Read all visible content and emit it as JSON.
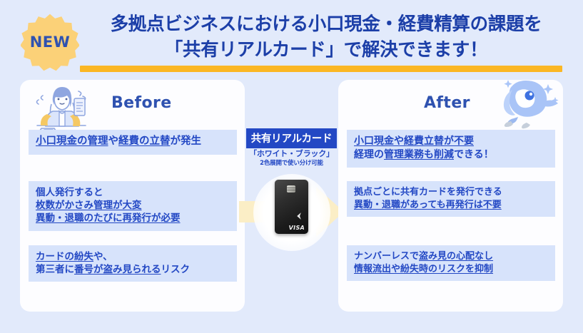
{
  "header": {
    "badge_label": "NEW",
    "headline_line1": "多拠点ビジネスにおける小口現金・経費精算の課題を",
    "headline_line2": "「共有リアルカード」で解決できます！",
    "rule_color": "#fbb724",
    "badge_fill": "#fbd178",
    "badge_text_color": "#2f52b0",
    "headline_color": "#1c3fa8"
  },
  "before": {
    "title": "Before",
    "illustration": "worried-office-worker-illustration",
    "rows": [
      {
        "segments": [
          {
            "text": "小口現金の管理",
            "underline": true
          },
          {
            "text": "や",
            "underline": false
          },
          {
            "text": "経費の立替",
            "underline": true
          },
          {
            "text": "が発生",
            "underline": false
          }
        ]
      },
      {
        "segments": [
          {
            "text": "個人発行すると",
            "underline": false,
            "break_after": true
          },
          {
            "text": "枚数がかさみ管理が大変",
            "underline": true,
            "break_after": true
          },
          {
            "text": "異動・退職のたびに再発行が必要",
            "underline": true
          }
        ]
      },
      {
        "segments": [
          {
            "text": "カードの紛失",
            "underline": true
          },
          {
            "text": "や、",
            "underline": false,
            "break_after": true
          },
          {
            "text": "第三者に",
            "underline": false
          },
          {
            "text": "番号が盗み見られる",
            "underline": true
          },
          {
            "text": "リスク",
            "underline": false
          }
        ]
      }
    ]
  },
  "after": {
    "title": "After",
    "illustration": "blue-bird-mascot-illustration",
    "rows": [
      {
        "segments": [
          {
            "text": "小口現金や経費立替が不要",
            "underline": true,
            "break_after": true
          },
          {
            "text": "経理の",
            "underline": false
          },
          {
            "text": "管理業務も削減",
            "underline": true
          },
          {
            "text": "できる！",
            "underline": false
          }
        ]
      },
      {
        "segments": [
          {
            "text": "拠点ごとに共有カードを発行できる",
            "underline": false,
            "break_after": true
          },
          {
            "text": "異動・退職があっても再発行は不要",
            "underline": true
          }
        ]
      },
      {
        "segments": [
          {
            "text": "ナンバーレスで",
            "underline": false
          },
          {
            "text": "盗み見の心配なし",
            "underline": true,
            "break_after": true
          },
          {
            "text": "情報流出や紛失時のリスクを抑制",
            "underline": true
          }
        ]
      }
    ]
  },
  "center": {
    "badge_label": "共有リアルカード",
    "subtitle_1": "「ホワイト・ブラック」",
    "subtitle_2": "2色展開で使い分け可能",
    "card_brand": "VISA",
    "arrow_color": "#fbeec6",
    "badge_bg": "#2348c4"
  },
  "theme": {
    "slide_bg": "#e2eafb",
    "panel_bg": "#fdfdff",
    "row_bg": "#d7e3fb",
    "row_text": "#2348c4",
    "title_text": "#2f52b0"
  }
}
